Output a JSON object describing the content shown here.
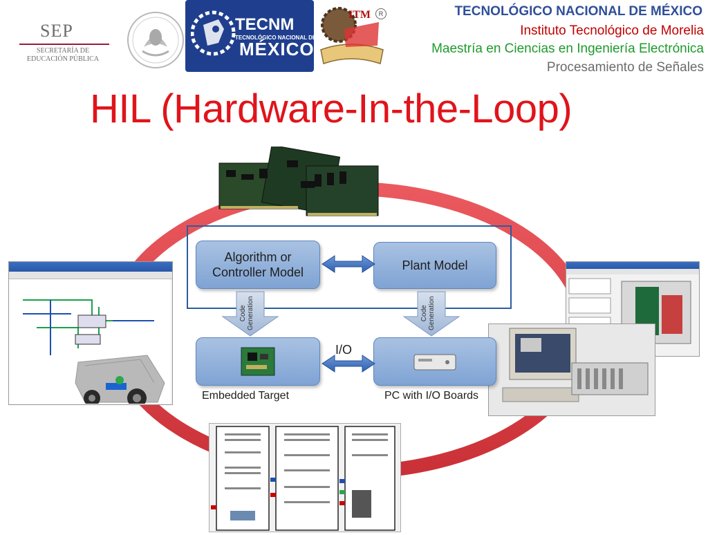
{
  "header": {
    "sep_title": "SEP",
    "sep_sub_line1": "SECRETARÍA DE",
    "sep_sub_line2": "EDUCACIÓN PÚBLICA",
    "tecnm_title": "TECNM",
    "tecnm_sub": "TECNOLÓGICO NACIONAL DE",
    "tecnm_mexico": "MÉXICO",
    "itm_mark": "ITM",
    "registered": "R",
    "line1": "TECNOLÓGICO NACIONAL DE MÉXICO",
    "line2": "Instituto Tecnológico de Morelia",
    "line3": "Maestría en Ciencias en Ingeniería Electrónica",
    "line4": "Procesamiento de Señales"
  },
  "slide_title": "HIL (Hardware-In-the-Loop)",
  "diagram": {
    "algorithm_box": [
      "Algorithm or",
      "Controller Model"
    ],
    "plant_box": "Plant Model",
    "gen_left": [
      "Code",
      "Generation"
    ],
    "gen_right": [
      "Code",
      "Generation"
    ],
    "io_label": "I/O",
    "embedded_label": "Embedded Target",
    "pc_label": "PC with I/O Boards"
  },
  "colors": {
    "title": "#e0141b",
    "ring": "#d9272e",
    "box_fill": "#8fb0da",
    "header_blue": "#2f4f98",
    "header_red": "#c00000",
    "header_green": "#1e9a2c"
  },
  "icons": [
    "sep-logo",
    "mexico-seal-icon",
    "tecnm-logo",
    "itm-logo",
    "pcb-cards-image",
    "simulink-truck-image",
    "control-panel-image",
    "flowchart-image"
  ]
}
